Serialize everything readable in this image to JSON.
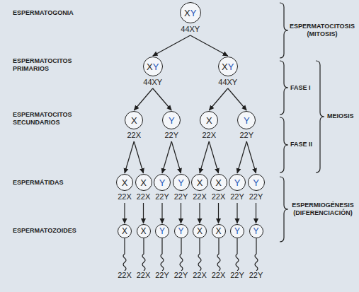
{
  "diagram": {
    "nodes": [
      {
        "text": [
          "XY",
          "44XY"
        ]
      },
      {
        "text": [
          "XY",
          "44XY"
        ]
      },
      {
        "text": [
          "XY",
          "44XY"
        ]
      },
      {
        "text": [
          "X",
          "22X"
        ]
      },
      {
        "text": [
          "Y",
          "22Y"
        ]
      },
      {
        "text": [
          "X",
          "22X"
        ]
      },
      {
        "text": [
          "Y",
          "22Y"
        ]
      },
      {
        "text": [
          "X",
          "22X"
        ]
      },
      {
        "text": [
          "X",
          "22X"
        ]
      },
      {
        "text": [
          "Y",
          "22Y"
        ]
      },
      {
        "text": [
          "Y",
          "22Y"
        ]
      },
      {
        "text": [
          "X",
          "22X"
        ]
      },
      {
        "text": [
          "X",
          "22X"
        ]
      },
      {
        "text": [
          "Y",
          "22Y"
        ]
      },
      {
        "text": [
          "Y",
          "22Y"
        ]
      },
      {
        "text": [
          "X",
          "22X"
        ]
      },
      {
        "text": [
          "X",
          "22X"
        ]
      },
      {
        "text": [
          "Y",
          "22Y"
        ]
      },
      {
        "text": [
          "Y",
          "22Y"
        ]
      },
      {
        "text": [
          "X",
          "22X"
        ]
      },
      {
        "text": [
          "X",
          "22X"
        ]
      },
      {
        "text": [
          "Y",
          "22Y"
        ]
      },
      {
        "text": [
          "Y",
          "22Y"
        ]
      }
    ],
    "edges": [
      {
        "from": 0,
        "to": 1,
        "arrow": "to"
      },
      {
        "from": 0,
        "to": 2,
        "arrow": "to"
      },
      {
        "from": 1,
        "to": 3,
        "arrow": "to"
      },
      {
        "from": 1,
        "to": 4,
        "arrow": "to"
      },
      {
        "from": 2,
        "to": 5,
        "arrow": "to"
      },
      {
        "from": 2,
        "to": 6,
        "arrow": "to"
      },
      {
        "from": 3,
        "to": 7,
        "arrow": "to"
      },
      {
        "from": 3,
        "to": 8,
        "arrow": "to"
      },
      {
        "from": 4,
        "to": 9,
        "arrow": "to"
      },
      {
        "from": 4,
        "to": 10,
        "arrow": "to"
      },
      {
        "from": 5,
        "to": 11,
        "arrow": "to"
      },
      {
        "from": 5,
        "to": 12,
        "arrow": "to"
      },
      {
        "from": 6,
        "to": 13,
        "arrow": "to"
      },
      {
        "from": 6,
        "to": 14,
        "arrow": "to"
      },
      {
        "from": 7,
        "to": 15,
        "arrow": "to"
      },
      {
        "from": 8,
        "to": 16,
        "arrow": "to"
      },
      {
        "from": 9,
        "to": 17,
        "arrow": "to"
      },
      {
        "from": 10,
        "to": 18,
        "arrow": "to"
      },
      {
        "from": 11,
        "to": 19,
        "arrow": "to"
      },
      {
        "from": 12,
        "to": 20,
        "arrow": "to"
      },
      {
        "from": 13,
        "to": 21,
        "arrow": "to"
      },
      {
        "from": 14,
        "to": 22,
        "arrow": "to"
      }
    ],
    "labels": [
      "ESPERMATOGONIA",
      "ESPERMATOCITOS PRIMARIOS",
      "ESPERMATOCITOS SECUNDARIOS",
      "ESPERMÁTIDAS",
      "ESPERMATOZOIDES",
      "ESPERMATOCITOSIS (MITOSIS)",
      "FASE I",
      "FASE II",
      "MEIOSIS",
      "ESPERMIOGÉNESIS (DIFERENCIACIÓN)"
    ]
  }
}
